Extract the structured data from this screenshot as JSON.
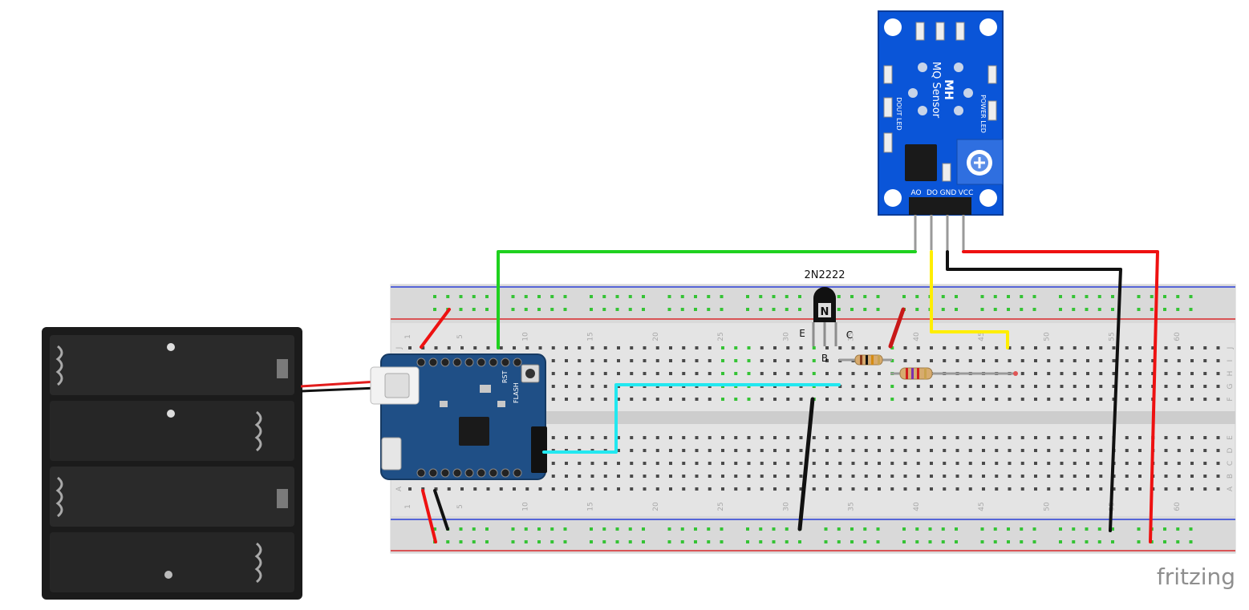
{
  "app": {
    "watermark": "fritzing"
  },
  "colors": {
    "board": "#e6e6e6",
    "rail_red": "#d9282a",
    "rail_blue": "#2b3fd8",
    "hole": "#4a4a4a",
    "hole_active": "#35c335",
    "wire_green": "#1fd11f",
    "wire_yellow": "#ffee00",
    "wire_black": "#111111",
    "wire_red": "#ee1111",
    "wire_cyan": "#22e8f0",
    "pcb_blue": "#0a55d8",
    "mcu_blue": "#1f4f86"
  },
  "breadboard": {
    "column_numbers": [
      "1",
      "5",
      "10",
      "15",
      "20",
      "25",
      "30",
      "35",
      "40",
      "45",
      "50",
      "55",
      "60"
    ],
    "row_letters_top": [
      "J",
      "I",
      "H",
      "G",
      "F"
    ],
    "row_letters_bottom": [
      "E",
      "D",
      "C",
      "B",
      "A"
    ]
  },
  "transistor": {
    "part_label": "2N2222",
    "body_letter": "N",
    "pin_e": "E",
    "pin_b": "B",
    "pin_c": "C"
  },
  "sensor": {
    "brand": "MH",
    "title": "MQ Sensor",
    "dout_led": "DOUT LED",
    "power_led": "POWER LED",
    "pin_ao": "AO",
    "pin_do": "DO",
    "pin_gnd": "GND",
    "pin_vcc": "VCC"
  },
  "mcu_board": {
    "silk_flash": "FLASH",
    "silk_rst": "RST"
  }
}
